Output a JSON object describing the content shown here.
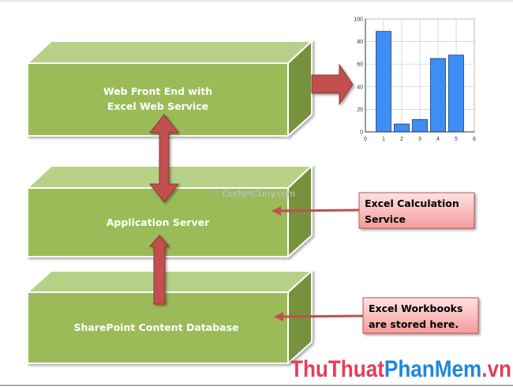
{
  "tiers": [
    {
      "label_line1": "Web Front End with",
      "label_line2": "Excel Web Service"
    },
    {
      "label_line1": "Application Server"
    },
    {
      "label_line1": "SharePoint Content Database"
    }
  ],
  "callouts": [
    {
      "line1": "Excel Calculation",
      "line2": "Service"
    },
    {
      "line1": "Excel Workbooks",
      "line2": "are stored here."
    }
  ],
  "copyright": "© DotNetCurry.com",
  "watermark": {
    "part1": "ThuThuat",
    "part2": "PhanMem",
    "part3": ".vn"
  },
  "colors": {
    "box": "#9bbb59",
    "arrow": "#c0504d",
    "callout": "#f8b8b8",
    "bar": "#3f8ef5"
  },
  "chart_data": {
    "type": "bar",
    "x": [
      1,
      2,
      3,
      4,
      5
    ],
    "values": [
      89,
      7,
      11,
      65,
      68
    ],
    "xlim": [
      0,
      6
    ],
    "ylim": [
      0,
      100
    ],
    "xticks": [
      "0",
      "1",
      "2",
      "3",
      "4",
      "5",
      "6"
    ],
    "yticks": [
      "0",
      "20",
      "40",
      "60",
      "80",
      "100"
    ],
    "grid": true
  }
}
